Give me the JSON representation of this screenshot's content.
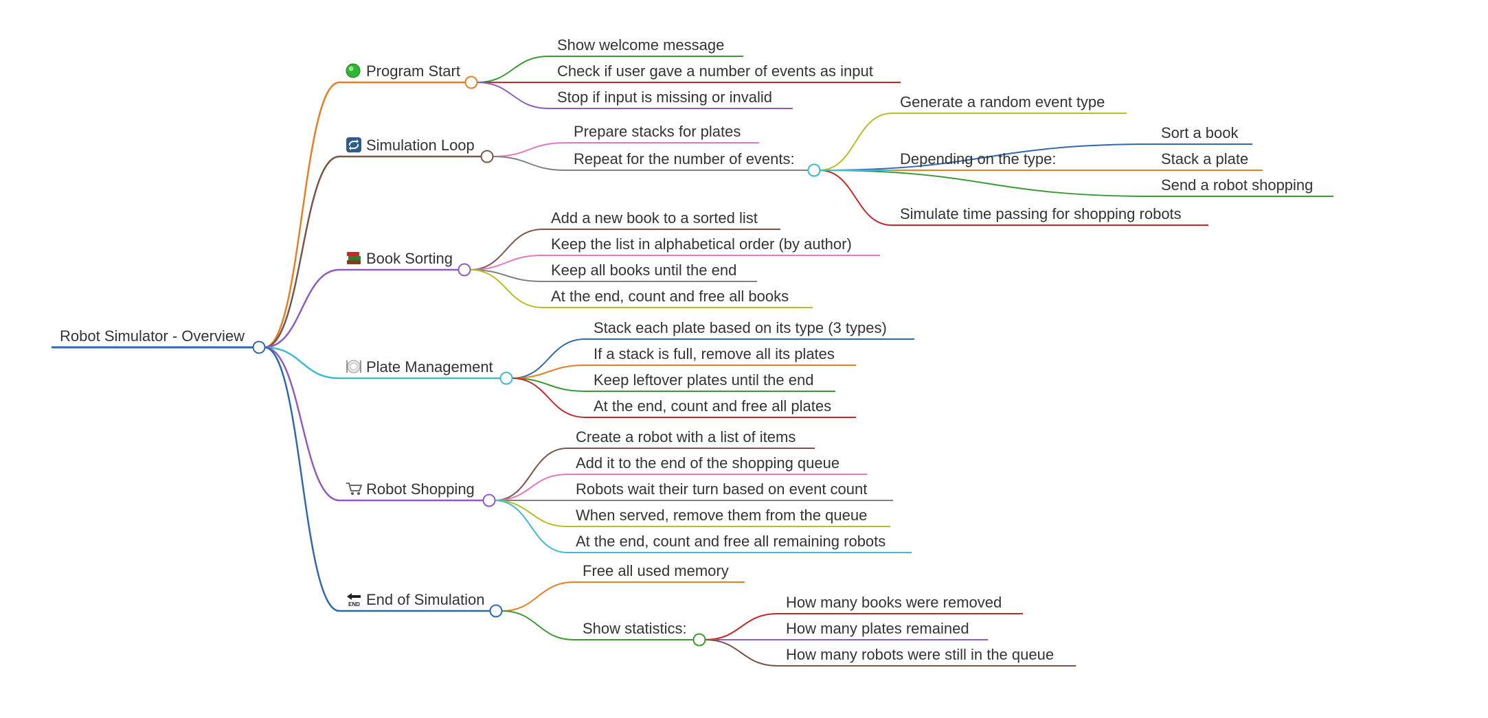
{
  "root": {
    "label": "Robot Simulator - Overview",
    "color": "#2e68b0"
  },
  "branches": [
    {
      "label": "Program Start",
      "icon": "green-circle-icon",
      "color": "#e67e22",
      "children": [
        {
          "label": "Show welcome message",
          "color": "#3a9a32"
        },
        {
          "label": "Check if user gave a number of events as input",
          "color": "#c62828"
        },
        {
          "label": "Stop if input is missing or invalid",
          "color": "#8e5cc1"
        }
      ]
    },
    {
      "label": "Simulation Loop",
      "icon": "repeat-icon",
      "color": "#795548",
      "children": [
        {
          "label": "Prepare stacks for plates",
          "color": "#e377c2"
        },
        {
          "label": "Repeat for the number of events:",
          "color": "#808080",
          "children": [
            {
              "label": "Generate a random event type",
              "color": "#bcbd22"
            },
            {
              "label": "Depending on the type:",
              "color": "#3bbccf",
              "children": [
                {
                  "label": "Sort a book",
                  "color": "#2e68b0"
                },
                {
                  "label": "Stack a plate",
                  "color": "#e67e22"
                },
                {
                  "label": "Send a robot shopping",
                  "color": "#3a9a32"
                }
              ]
            },
            {
              "label": "Simulate time passing for shopping robots",
              "color": "#c62828"
            }
          ]
        }
      ]
    },
    {
      "label": "Book Sorting",
      "icon": "books-icon",
      "color": "#8e5cc1",
      "children": [
        {
          "label": "Add a new book to a sorted list",
          "color": "#795548"
        },
        {
          "label": "Keep the list in alphabetical order (by author)",
          "color": "#e377c2"
        },
        {
          "label": "Keep all books until the end",
          "color": "#808080"
        },
        {
          "label": "At the end, count and free all books",
          "color": "#bcbd22"
        }
      ]
    },
    {
      "label": "Plate Management",
      "icon": "plate-icon",
      "color": "#3bbccf",
      "children": [
        {
          "label": "Stack each plate based on its type (3 types)",
          "color": "#2e68b0"
        },
        {
          "label": "If a stack is full, remove all its plates",
          "color": "#e67e22"
        },
        {
          "label": "Keep leftover plates until the end",
          "color": "#3a9a32"
        },
        {
          "label": "At the end, count and free all plates",
          "color": "#c62828"
        }
      ]
    },
    {
      "label": "Robot Shopping",
      "icon": "shopping-cart-icon",
      "color": "#8e5cc1",
      "children": [
        {
          "label": "Create a robot with a list of items",
          "color": "#795548"
        },
        {
          "label": "Add it to the end of the shopping queue",
          "color": "#e377c2"
        },
        {
          "label": "Robots wait their turn based on event count",
          "color": "#808080"
        },
        {
          "label": "When served, remove them from the queue",
          "color": "#bcbd22"
        },
        {
          "label": "At the end, count and free all remaining robots",
          "color": "#3bbccf"
        }
      ]
    },
    {
      "label": "End of Simulation",
      "icon": "end-arrow-icon",
      "color": "#2e68b0",
      "children": [
        {
          "label": "Free all used memory",
          "color": "#e67e22"
        },
        {
          "label": "Show statistics:",
          "color": "#3a9a32",
          "children": [
            {
              "label": "How many books were removed",
              "color": "#c62828"
            },
            {
              "label": "How many plates remained",
              "color": "#8e5cc1"
            },
            {
              "label": "How many robots were still in the queue",
              "color": "#795548"
            }
          ]
        }
      ]
    }
  ]
}
